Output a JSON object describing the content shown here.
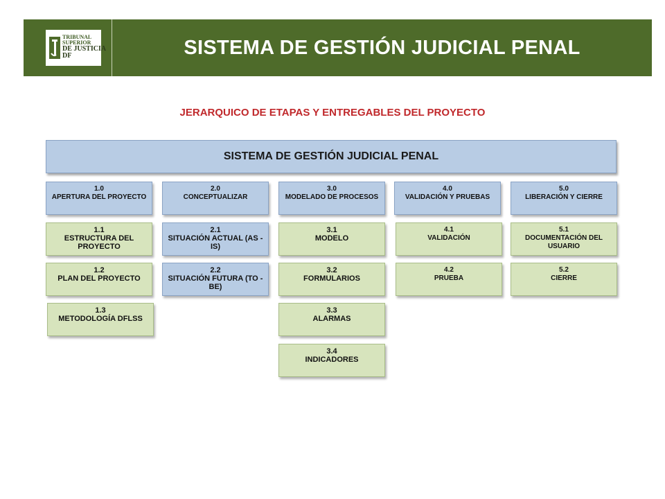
{
  "header": {
    "title": "SISTEMA DE GESTIÓN JUDICIAL PENAL",
    "logo_lines": [
      "TRIBUNAL",
      "SUPERIOR",
      "DE JUSTICIA",
      "DF"
    ]
  },
  "subtitle": "JERARQUICO DE ETAPAS Y ENTREGABLES DEL PROYECTO",
  "root": "SISTEMA DE GESTIÓN JUDICIAL PENAL",
  "columns": [
    {
      "head": {
        "code": "1.0",
        "label": "APERTURA DEL PROYECTO"
      },
      "items": [
        {
          "code": "1.1",
          "label": "ESTRUCTURA DEL PROYECTO"
        },
        {
          "code": "1.2",
          "label": "PLAN DEL PROYECTO"
        },
        {
          "code": "1.3",
          "label": "METODOLOGÍA DFLSS"
        }
      ]
    },
    {
      "head": {
        "code": "2.0",
        "label": "CONCEPTUALIZAR"
      },
      "items": [
        {
          "code": "2.1",
          "label": "SITUACIÓN ACTUAL (AS -IS)"
        },
        {
          "code": "2.2",
          "label": "SITUACIÓN FUTURA (TO -BE)"
        }
      ]
    },
    {
      "head": {
        "code": "3.0",
        "label": "MODELADO DE PROCESOS"
      },
      "items": [
        {
          "code": "3.1",
          "label": "MODELO"
        },
        {
          "code": "3.2",
          "label": "FORMULARIOS"
        },
        {
          "code": "3.3",
          "label": "ALARMAS"
        },
        {
          "code": "3.4",
          "label": "INDICADORES"
        }
      ]
    },
    {
      "head": {
        "code": "4.0",
        "label": "VALIDACIÓN Y PRUEBAS"
      },
      "items": [
        {
          "code": "4.1",
          "label": "VALIDACIÓN"
        },
        {
          "code": "4.2",
          "label": "PRUEBA"
        }
      ]
    },
    {
      "head": {
        "code": "5.0",
        "label": "LIBERACIÓN Y CIERRE"
      },
      "items": [
        {
          "code": "5.1",
          "label": "DOCUMENTACIÓN DEL USUARIO"
        },
        {
          "code": "5.2",
          "label": "CIERRE"
        }
      ]
    }
  ],
  "colors": {
    "header_bg": "#4e6b2a",
    "subtitle": "#c0282b",
    "blue_box": "#b8cce4",
    "green_box": "#d7e4bd"
  }
}
